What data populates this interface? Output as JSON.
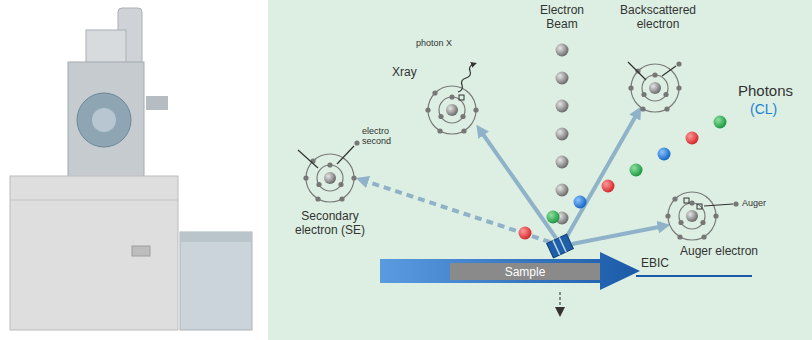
{
  "diagram": {
    "nodes": [
      {
        "text": [
          "Sample"
        ]
      }
    ],
    "labels": [
      "Electron Beam",
      "Backscattered electron",
      "photon X",
      "Xray",
      "Photons",
      "(CL)",
      "electro second",
      "Secondary electron (SE)",
      "Auger",
      "Auger electron",
      "EBIC"
    ]
  }
}
